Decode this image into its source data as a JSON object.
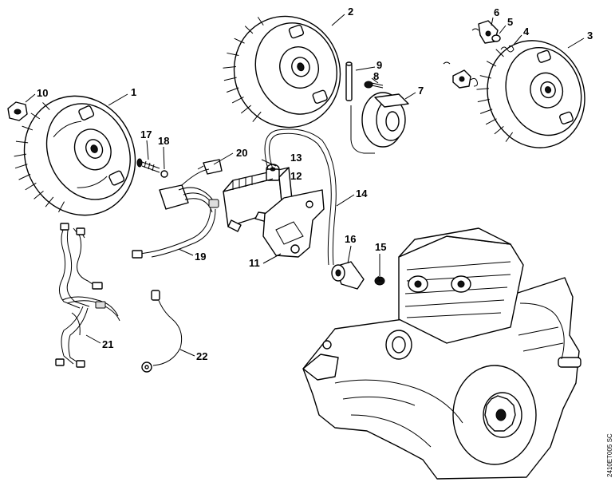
{
  "diagram": {
    "parts": [
      {
        "id": "flywheel-left",
        "label": "1"
      },
      {
        "id": "flywheel-top",
        "label": "2"
      },
      {
        "id": "flywheel-right",
        "label": "3"
      },
      {
        "id": "pawl-spring",
        "label": "4"
      },
      {
        "id": "washer",
        "label": "5"
      },
      {
        "id": "pawl",
        "label": "6"
      },
      {
        "id": "fan-housing-ring",
        "label": "7"
      },
      {
        "id": "screw",
        "label": "8"
      },
      {
        "id": "pin",
        "label": "9"
      },
      {
        "id": "nut",
        "label": "10"
      },
      {
        "id": "ignition-shield",
        "label": "11"
      },
      {
        "id": "ignition-module",
        "label": "12"
      },
      {
        "id": "spark-plug-boot",
        "label": "13"
      },
      {
        "id": "ignition-lead",
        "label": "14"
      },
      {
        "id": "screw-small",
        "label": "15"
      },
      {
        "id": "spark-plug-cap",
        "label": "16"
      },
      {
        "id": "screw-long",
        "label": "17"
      },
      {
        "id": "washer-small",
        "label": "18"
      },
      {
        "id": "short-circuit-wire",
        "label": "19"
      },
      {
        "id": "ground-terminal",
        "label": "20"
      },
      {
        "id": "wiring-harness",
        "label": "21"
      },
      {
        "id": "ground-wire",
        "label": "22"
      }
    ],
    "reference_code": "2410ET005 SC"
  }
}
